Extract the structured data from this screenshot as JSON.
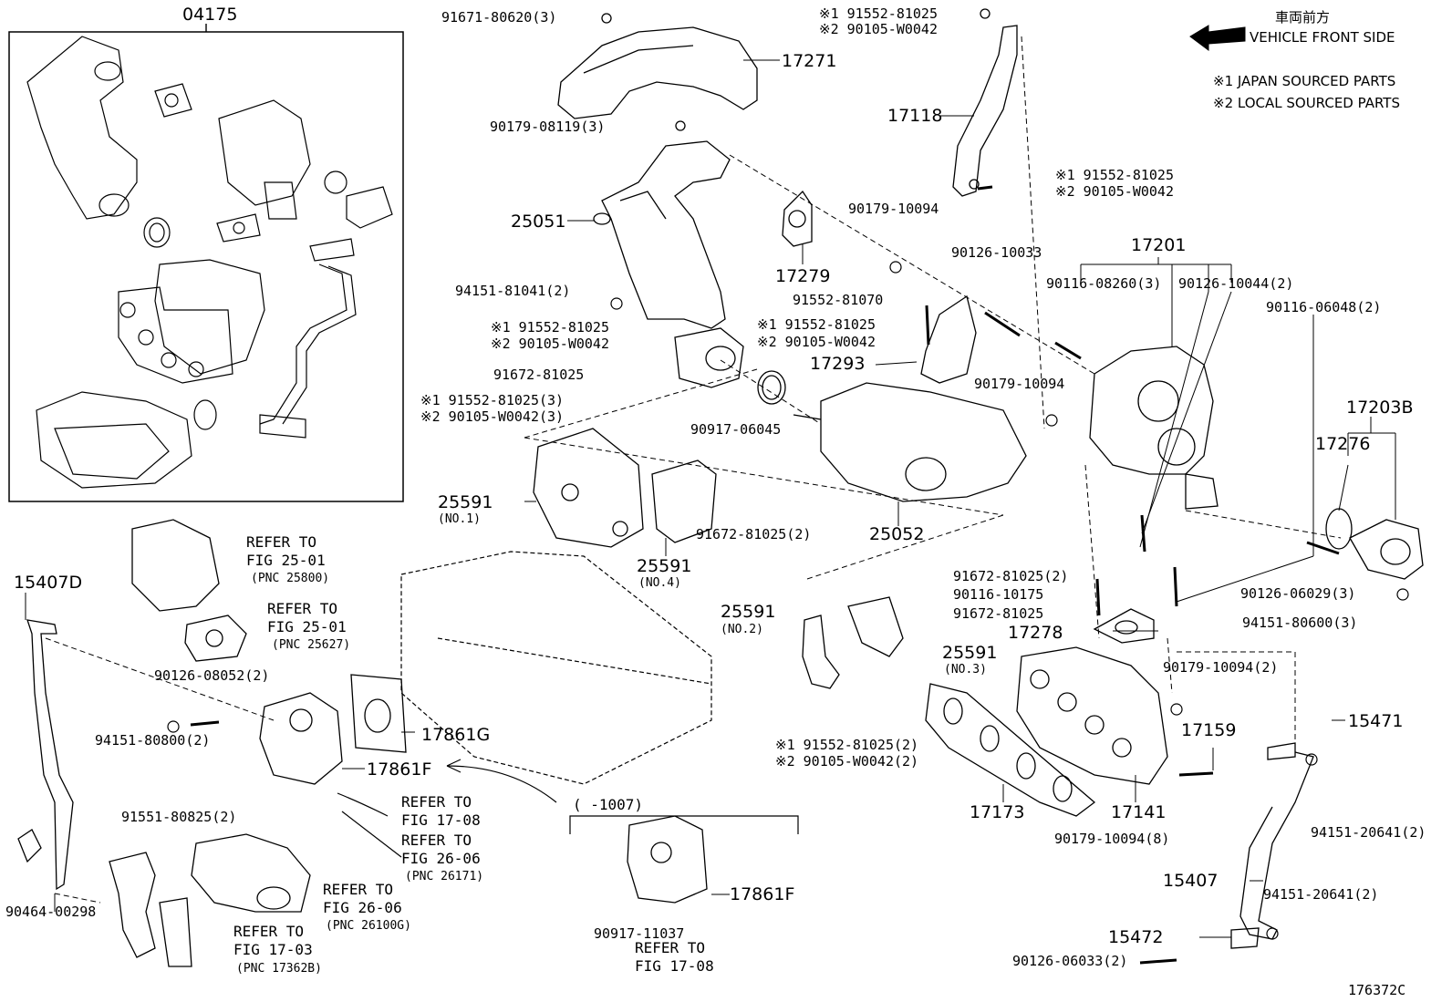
{
  "header": {
    "direction_jp": "車両前方",
    "direction_en": "VEHICLE FRONT SIDE",
    "legend_1": "※1 JAPAN SOURCED PARTS",
    "legend_2": "※2 LOCAL SOURCED PARTS"
  },
  "figure_id": "176372C",
  "assembly_range": "(   -1007)",
  "parts": {
    "p04175": "04175",
    "p17271": "17271",
    "p17118": "17118",
    "p25051": "25051",
    "p17279": "17279",
    "p17201": "17201",
    "p17293": "17293",
    "p25591a": "25591",
    "p25591a_sub": "(NO.1)",
    "p25591b": "25591",
    "p25591b_sub": "(NO.4)",
    "p25052": "25052",
    "p17203B": "17203B",
    "p17276": "17276",
    "p15407D": "15407D",
    "p25591c": "25591",
    "p25591c_sub": "(NO.2)",
    "p25591d": "25591",
    "p25591d_sub": "(NO.3)",
    "p17278": "17278",
    "p17861G": "17861G",
    "p17861F": "17861F",
    "p17861F2": "17861F",
    "p15471": "15471",
    "p17159": "17159",
    "p17173": "17173",
    "p17141": "17141",
    "p15407": "15407",
    "p15472": "15472"
  },
  "bolts": {
    "b91671": "91671-80620(3)",
    "b90179_08119": "90179-08119(3)",
    "b91552_top_1": "※1 91552-81025",
    "b90105_top_2": "※2 90105-W0042",
    "b91552_r_1": "※1 91552-81025",
    "b90105_r_2": "※2 90105-W0042",
    "b90179_10094a": "90179-10094",
    "b90126_10033": "90126-10033",
    "b90116_08260": "90116-08260(3)",
    "b90126_10044": "90126-10044(2)",
    "b90116_06048": "90116-06048(2)",
    "b94151_81041": "94151-81041(2)",
    "b91552_81070": "91552-81070",
    "b91552_m_1": "※1 91552-81025",
    "b90105_m_2": "※2 90105-W0042",
    "b91552_c_1": "※1 91552-81025",
    "b90105_c_2": "※2 90105-W0042",
    "b90179_10094b": "90179-10094",
    "b91672_81025": "91672-81025",
    "b91552_3_1": "※1 91552-81025(3)",
    "b90105_3_2": "※2 90105-W0042(3)",
    "b90917_06045": "90917-06045",
    "b91672_81025_2": "91672-81025(2)",
    "b91672_81025_2b": "91672-81025(2)",
    "b90116_10175": "90116-10175",
    "b91672_81025b": "91672-81025",
    "b90126_06029": "90126-06029(3)",
    "b94151_80600": "94151-80600(3)",
    "b90126_08052": "90126-08052(2)",
    "b94151_80800": "94151-80800(2)",
    "b91551_80825": "91551-80825(2)",
    "b90179_10094_2": "90179-10094(2)",
    "b91552_2_1": "※1 91552-81025(2)",
    "b90105_2_2": "※2 90105-W0042(2)",
    "b94151_20641a": "94151-20641(2)",
    "b90179_10094_8": "90179-10094(8)",
    "b94151_20641b": "94151-20641(2)",
    "b90464": "90464-00298",
    "b90917_11037": "90917-11037",
    "b90126_06033": "90126-06033(2)"
  },
  "refs": {
    "r1_a": "REFER TO",
    "r1_b": "FIG 25-01",
    "r1_c": "(PNC 25800)",
    "r2_a": "REFER TO",
    "r2_b": "FIG 25-01",
    "r2_c": "(PNC 25627)",
    "r3_a": "REFER TO",
    "r3_b": "FIG 17-08",
    "r4_a": "REFER TO",
    "r4_b": "FIG 26-06",
    "r4_c": "(PNC 26171)",
    "r5_a": "REFER TO",
    "r5_b": "FIG 26-06",
    "r5_c": "(PNC 26100G)",
    "r6_a": "REFER TO",
    "r6_b": "FIG 17-03",
    "r6_c": "(PNC 17362B)",
    "r7_a": "REFER TO",
    "r7_b": "FIG 17-08"
  }
}
